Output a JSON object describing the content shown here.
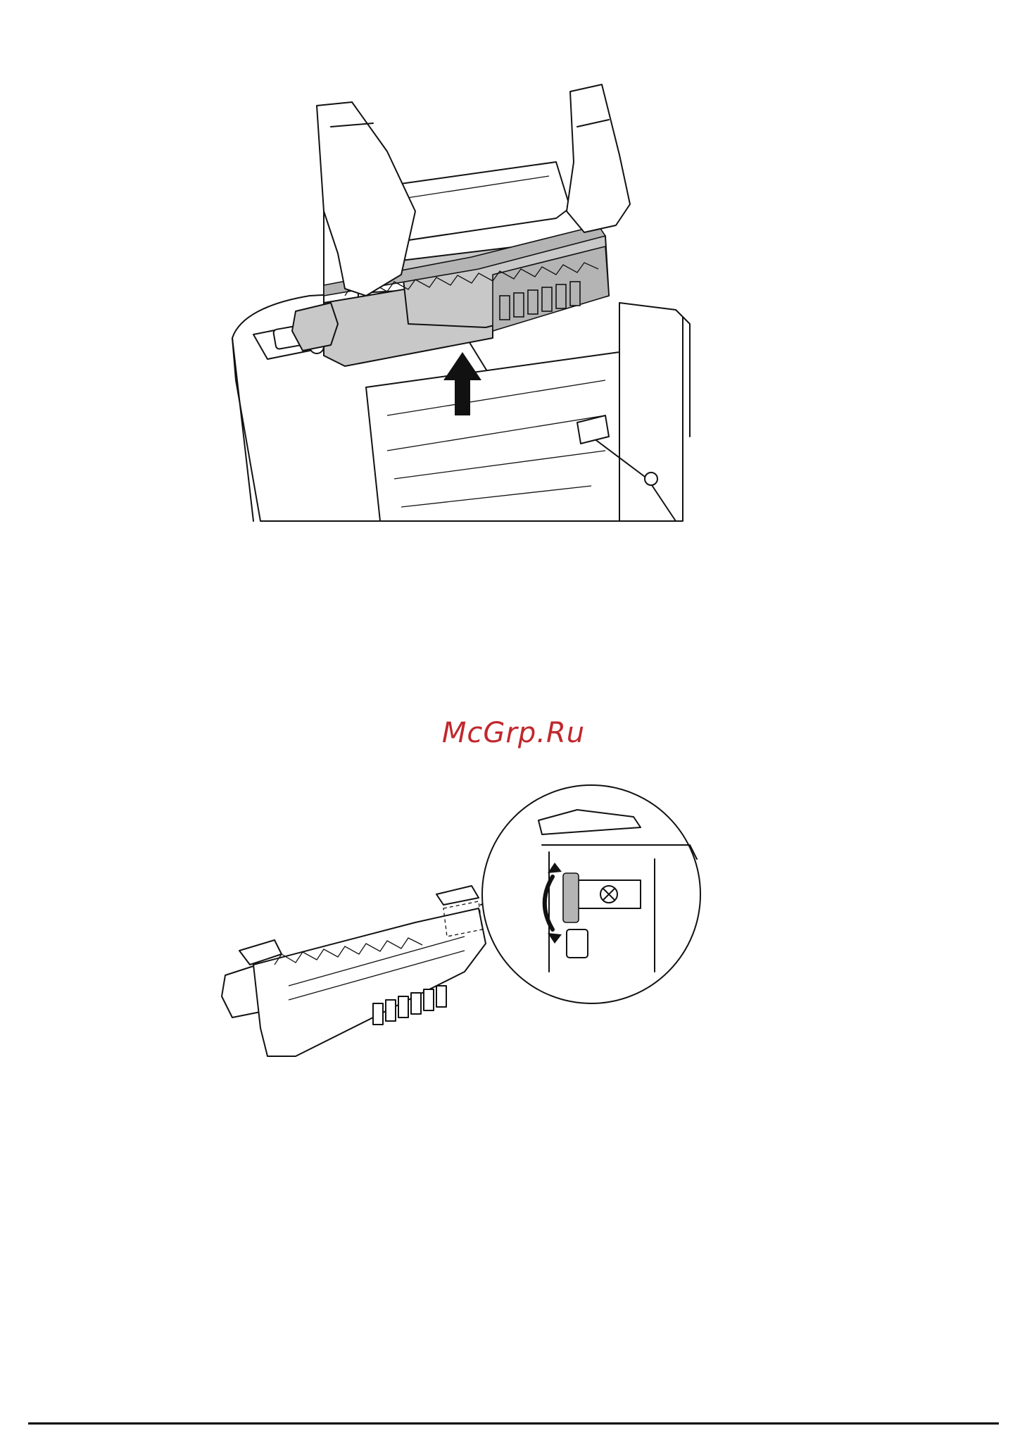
{
  "watermark": {
    "text": "McGrp.Ru",
    "color": "#c0282d"
  },
  "figures": {
    "top": {
      "icon": "fuser-removal-illustration"
    },
    "bottom": {
      "icon": "fuser-lever-detail-illustration"
    }
  },
  "colors": {
    "line": "#111111",
    "unit_fill": "#c8c8c8",
    "page": "#ffffff"
  }
}
